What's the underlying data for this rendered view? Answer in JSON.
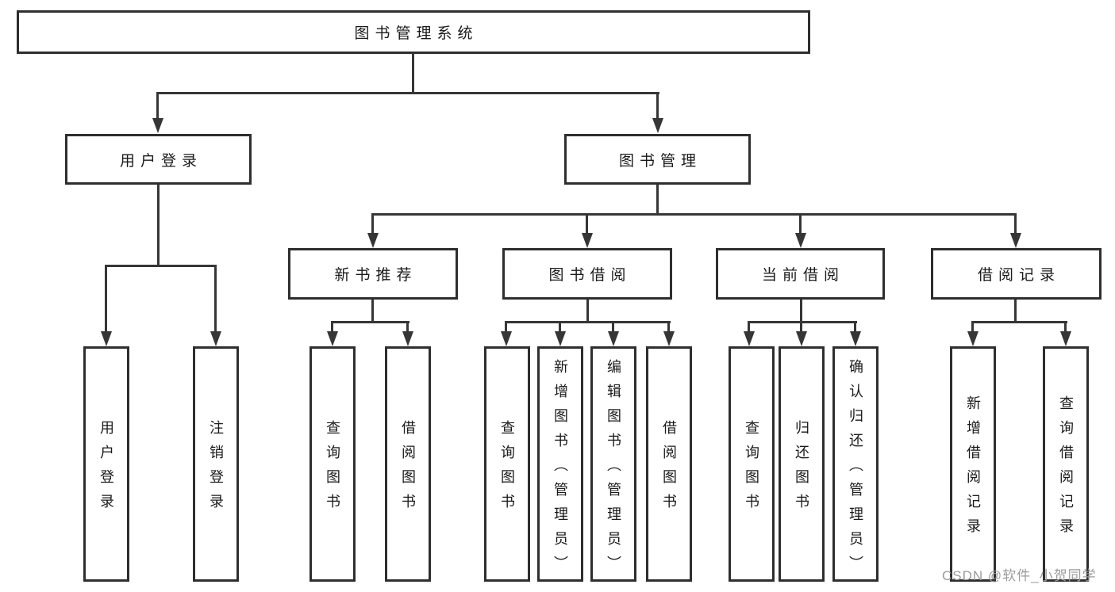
{
  "diagram": {
    "root": {
      "label": "图书管理系统"
    },
    "level2": [
      {
        "label": "用户登录"
      },
      {
        "label": "图书管理"
      }
    ],
    "level3": [
      {
        "label": "新书推荐"
      },
      {
        "label": "图书借阅"
      },
      {
        "label": "当前借阅"
      },
      {
        "label": "借阅记录"
      }
    ],
    "level4": [
      {
        "label": "用户登录"
      },
      {
        "label": "注销登录"
      },
      {
        "label": "查询图书"
      },
      {
        "label": "借阅图书"
      },
      {
        "label": "查询图书"
      },
      {
        "label": "新增图书（管理员）"
      },
      {
        "label": "编辑图书（管理员）"
      },
      {
        "label": "借阅图书"
      },
      {
        "label": "查询图书"
      },
      {
        "label": "归还图书"
      },
      {
        "label": "确认归还（管理员）"
      },
      {
        "label": "新增借阅记录"
      },
      {
        "label": "查询借阅记录"
      }
    ],
    "watermark": "CSDN @软件_小贺同学",
    "colors": {
      "line": "#363636",
      "border": "#2e2e2e",
      "text": "#1a1a1a",
      "watermark": "#9b9b9b",
      "background": "#ffffff"
    }
  }
}
